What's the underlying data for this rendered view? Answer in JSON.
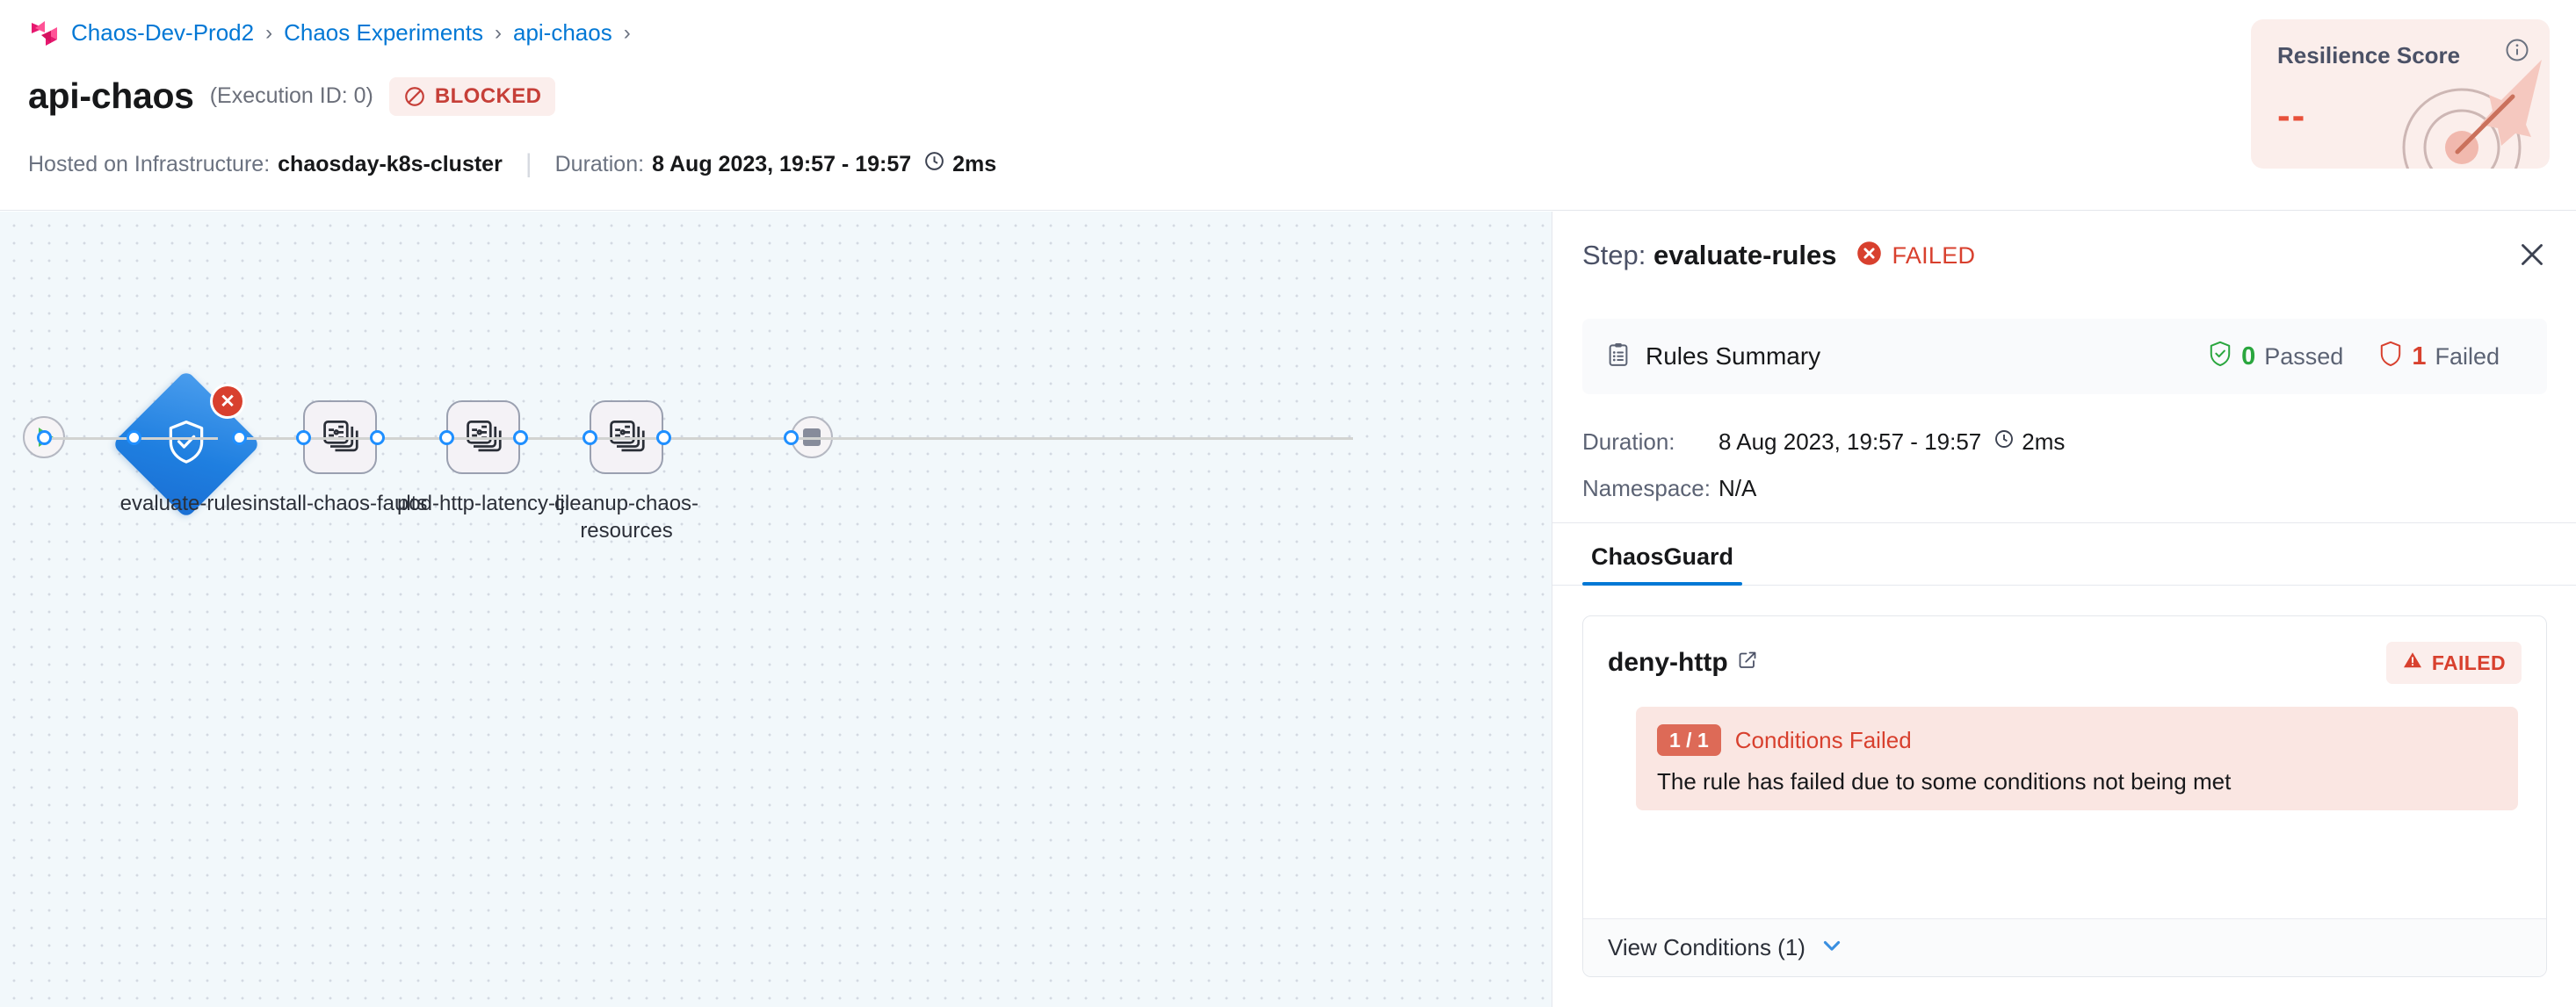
{
  "breadcrumb": {
    "logo_icon": "harness-logo-icon",
    "items": [
      "Chaos-Dev-Prod2",
      "Chaos Experiments",
      "api-chaos"
    ],
    "separator": "›",
    "trailing_separator": "›"
  },
  "header": {
    "title": "api-chaos",
    "execution_id": "(Execution ID: 0)",
    "status_badge": {
      "label": "BLOCKED",
      "icon": "blocked-circle-icon",
      "color": "#c63f38",
      "bg": "#fbeeec"
    },
    "infra_label": "Hosted on Infrastructure:",
    "infra_value": "chaosday-k8s-cluster",
    "divider": "|",
    "duration_label": "Duration:",
    "duration_value": "8 Aug 2023, 19:57 - 19:57",
    "duration_elapsed": "2ms",
    "clock_icon": "clock-icon"
  },
  "resilience": {
    "title": "Resilience Score",
    "value": "--",
    "info_icon": "info-icon",
    "art_icon": "target-arrow-icon",
    "bg": "#fbeeeb",
    "value_color": "#e8503a"
  },
  "graph": {
    "start_node": {
      "icon": "play-icon",
      "name": "start-node"
    },
    "end_node": {
      "icon": "stop-icon",
      "name": "end-node"
    },
    "nodes": [
      {
        "label": "evaluate-rules",
        "shape": "diamond",
        "icon": "shield-check-icon",
        "status": "failed",
        "badge_icon": "error-x-icon"
      },
      {
        "label": "install-chaos-faults",
        "shape": "square",
        "icon": "chaos-fault-icon",
        "status": "none"
      },
      {
        "label": "pod-http-latency-lji",
        "shape": "square",
        "icon": "chaos-fault-icon",
        "status": "none"
      },
      {
        "label": "cleanup-chaos-resources",
        "shape": "square",
        "icon": "chaos-fault-icon",
        "status": "none"
      }
    ]
  },
  "panel": {
    "title_prefix": "Step:",
    "step_name": "evaluate-rules",
    "status": "FAILED",
    "status_icon": "error-x-icon",
    "close_icon": "close-icon",
    "rules_summary": {
      "icon": "clipboard-icon",
      "label": "Rules Summary",
      "passed_icon": "shield-check-icon",
      "passed_count": "0",
      "passed_label": "Passed",
      "failed_icon": "shield-outline-icon",
      "failed_count": "1",
      "failed_label": "Failed"
    },
    "details": [
      {
        "key": "Duration:",
        "value": "8 Aug 2023, 19:57 - 19:57",
        "elapsed": "2ms",
        "icon": "clock-icon"
      },
      {
        "key": "Namespace:",
        "value": "N/A"
      }
    ],
    "tabs": [
      {
        "label": "ChaosGuard",
        "active": true
      }
    ],
    "rule": {
      "name": "deny-http",
      "external_link_icon": "external-link-icon",
      "status_badge": {
        "label": "FAILED",
        "icon": "warning-triangle-icon"
      },
      "conditions_chip": "1 / 1",
      "conditions_title": "Conditions Failed",
      "conditions_desc": "The rule has failed due to some conditions not being met",
      "view_conditions_label": "View Conditions (1)",
      "chevron_icon": "chevron-down-icon"
    }
  },
  "colors": {
    "accent_blue": "#0278d5",
    "danger_red": "#d8402e",
    "success_green": "#2aa63e",
    "canvas_bg": "#f2f8fb"
  }
}
